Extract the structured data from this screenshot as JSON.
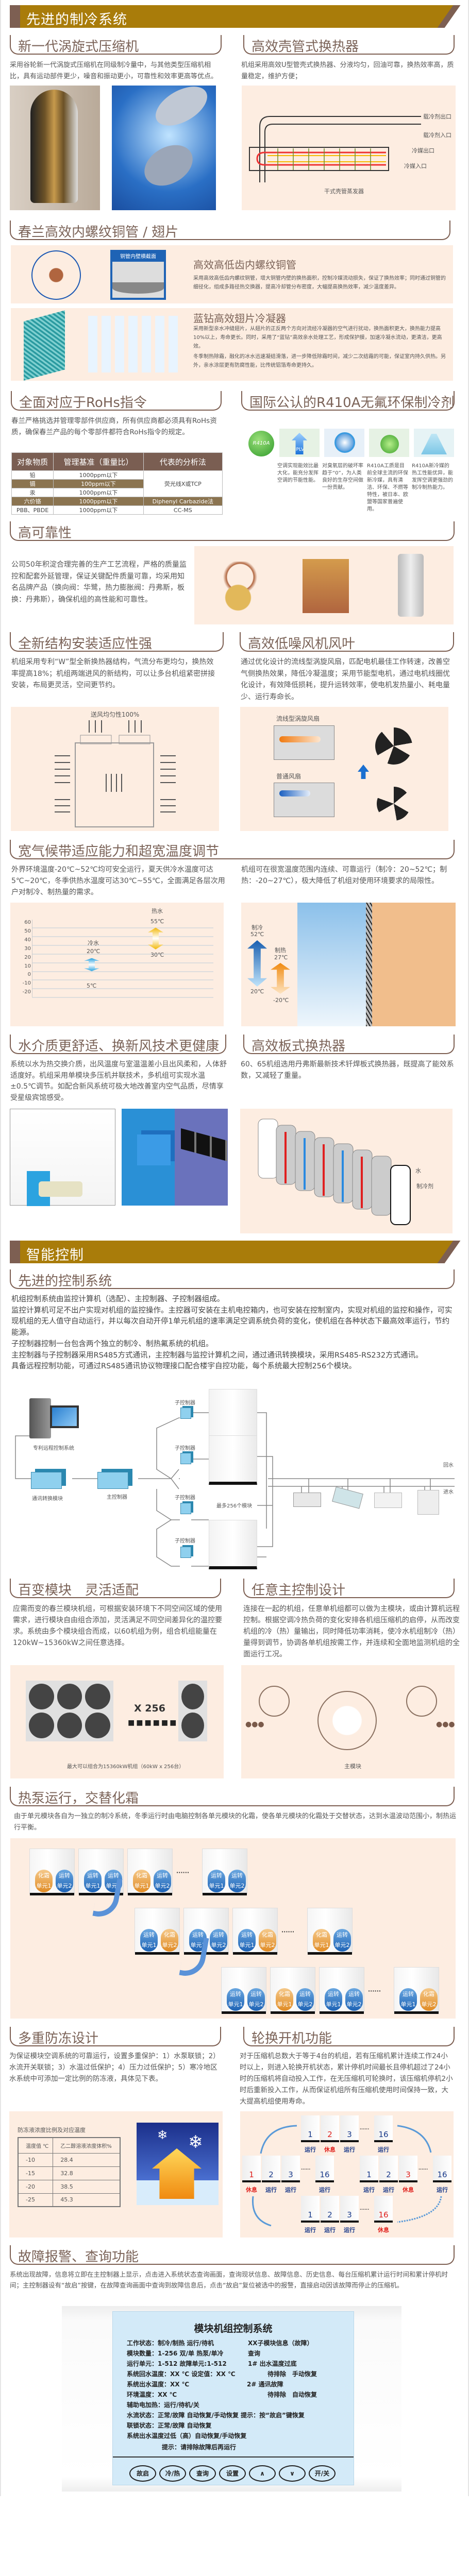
{
  "sections": {
    "cooling": "先进的制冷系统",
    "control": "智能控制"
  },
  "compressor": {
    "title": "新一代涡旋式压缩机",
    "text": "采用谷轮新一代涡旋式压缩机在同级制冷量中，与其他类型压缩机相比，具有运动部件更少，噪音和振动更小，可靠性和效率更高等优点。"
  },
  "shell_hx": {
    "title": "高效壳管式换热器",
    "text": "机组采用高效U型管壳式换热器、分液均匀，回油可靠，换热效率高，质量稳定，维护方便；",
    "coolant_out": "载冷剂出口",
    "coolant_in": "载冷剂入口",
    "refrig_out": "冷媒出口",
    "refrig_in": "冷媒入口",
    "caption": "干式壳管蒸发器"
  },
  "copper": {
    "title": "春兰高效内螺纹铜管 / 翅片",
    "cross_section": "铜管内壁横截面",
    "tube_title": "高效高低齿内螺纹铜管",
    "tube_text": "采用高效高低齿内螺纹铜管，增大铜管内壁的换热面积，控制冷媒流动损失，保证了换热效率；同时通过铜管的细径化，组成多路径热交换器，提高冷却管分布密度，大幅提高换热效率，减少温度差异。",
    "fin_title": "蓝钻高效翅片冷凝器",
    "fin_text1": "采用新型亲水冲缝翅片，从翅片的正反两个方向对流经冷凝器的空气进行扰动，换热面积更大，换热能力提高10%以上，寿命更长。同时，采用了“蓝钻”高效亲水处理工艺，形成保护膜，加速冷凝水流动，更清洁，更高效。",
    "fin_text2": "冬季制热除霜，融化的冰水迅速凝结滑落，进一步降低除霜时间，减少二次结霜的可能，保证室内持久供热。另外，亲水涂层更有防腐性能，比传统铝箔寿命更持久。"
  },
  "rohs": {
    "title": "全面对应于RoHs指令",
    "text": "春兰严格挑选并管理零部件供应商，所有供应商都必须具有RoHs资质，确保春兰产品的每个零部件都符合RoHs指令的规定。",
    "headers": [
      "对象物质",
      "管理基准（重量比）",
      "代表的分析法"
    ],
    "rows": [
      [
        "铅",
        "1000ppm以下"
      ],
      [
        "镉",
        "100ppm以下"
      ],
      [
        "汞",
        "1000ppm以下"
      ],
      [
        "六价铬",
        "1000ppm以下",
        "Diphenyl Carbazide法"
      ],
      [
        "PBB、PBDE",
        "1000ppm以下",
        "CC-MS"
      ]
    ],
    "merged_method": "荧光线X或TCP"
  },
  "r410a": {
    "title": "国际公认的R410A无氟环保制冷剂",
    "badge": "R410A",
    "iplv": "IPLV",
    "captions": [
      "空调实现能效比最大化，能充分发挥空调的节能性能。",
      "对臭氧层的破坏率趋于“0”，为人类良好的生存空间做一份贡献。",
      "R410A工质是目前全球主流的环保新冷媒，具有清洁、环保、不燃等特性，被日本、欧盟等国家普遍使用。",
      "R410A新冷媒的热工性能优异，能发挥空调更强劲的制冷制热能力。"
    ]
  },
  "reliability": {
    "title": "高可靠性",
    "text": "公司50年积淀合理完善的生产工艺流程，严格的质量监控和配套外延管理，保证关键配件质量可靠，均采用知名品牌产品（换向阀：华鹭，热力膨胀阀：丹弗斯，板换：丹弗斯），确保机组的高性能和可靠性。"
  },
  "structure": {
    "title": "全新结构安装适应性强",
    "text": "机组采用专利“W”型全新换热器结构，气流分布更均匀，换热效率提高18%；机组两端进风的新结构，可以让多台机组紧密拼接安装，布局更灵活，空间更节约。",
    "diagram_label": "送风均匀性100%"
  },
  "fan": {
    "title": "高效低噪风机风叶",
    "text": "通过优化设计的流线型涡旋风扇，匹配电机最佳工作转速，改善空气侧换热效果，降低冷凝温度；采用节能型电机，通过电机线圈优化设计，有效降低损耗，提升运转效率，使电机发热量小、耗电量少、运行寿命长。",
    "streamline": "流线型涡旋风扇",
    "normal": "普通风扇"
  },
  "climate": {
    "title": "宽气候带适应能力和超宽温度调节",
    "text_left": "外界环境温度-20℃~52℃均可安全运行，夏天供冷水温度可达5℃~20℃，冬季供热水温度可达30℃~55℃，全面满足各层次用户对制冷、制热量的需求。",
    "text_right": "机组可在很宽温度范围内连续、可靠运行（制冷：20~52℃；制热：-20~27℃），极大降低了机组对使用环境要求的局限性。",
    "cooling_label": "制冷",
    "cooling_high": "52℃",
    "cooling_low": "20℃",
    "heating_label": "制热",
    "heating_high": "27℃",
    "heating_low": "-20℃"
  },
  "chart_data": {
    "type": "bar",
    "title": "",
    "yticks": [
      60,
      50,
      40,
      30,
      20,
      10,
      0,
      -10,
      -20
    ],
    "ylim": [
      -20,
      60
    ],
    "series": [
      {
        "name": "冷水",
        "low": 5,
        "high": 20,
        "low_label": "5℃",
        "high_label": "20℃",
        "color": "#2aa3e0"
      },
      {
        "name": "热水",
        "low": 30,
        "high": 55,
        "low_label": "30℃",
        "high_label": "55℃",
        "color": "#f2b705"
      }
    ]
  },
  "water": {
    "title": "水介质更舒适、换新风技术更健康",
    "text": "系统以水为热交换介质，出风温度与室温温差小且出风柔和，人体舒适度好。机组采用单模块多压机并联技术，多机组可实现水温±0.5℃调节。如配合新风系统可极大地改善室内空气品质，尽情享受星级宾馆感受。"
  },
  "plate_hx": {
    "title": "高效板式换热器",
    "text": "60、65机组选用丹弗斯最新技术钎焊板式换热器，既提高了能效系数，又减轻了重量。",
    "water": "水",
    "refrigerant": "制冷剂"
  },
  "control_system": {
    "title": "先进的控制系统",
    "lines": [
      "机组控制系统由监控计算机（选配）、主控制器、子控制器组成。",
      "监控计算机可足不出户实现对机组的监控操作。主控器可安装在主机电控箱内，也可安装在控制室内，实现对机组的监控和操作，可实现机组的无人值守自动运行，并以每次自动开停1单元机组的速率满足空调系统负荷的变化，使机组在各种状态下最高效率运行，节约能源。",
      "子控制器控制一台包含两个独立的制冷、制热氟系统的机组。",
      "主控制器与子控制器采用RS485方式通讯，主控制器与监控计算机之间，通过通讯转换模块，采用RS485-RS232方式通讯。",
      "具备远程控制功能，可通过RS485通讯协议物理接口配合楼宇自控功能，每个系统最大控制256个模块。"
    ],
    "diagram": {
      "remote": "专利远程控制系统",
      "converter": "通讯转换模块",
      "master": "主控制器",
      "sub": "子控制器",
      "max": "最多256个模块",
      "return_water": "回水",
      "supply_water": "进水"
    }
  },
  "modules": {
    "title": "百变模块　灵活适配",
    "text": "应需而变的春兰模块机组，可根据安装环境下不同空间区域的使用需求，进行模块自由组合添加，灵活满足不同空间差异化的温控要求。系统由多个模块组合而成，以60机组为例，组合机组能量在120kW~15360kW之间任意选择。",
    "multiplier": "X 256",
    "caption": "最大可以组合为15360kW机组（60kW x 256台）"
  },
  "master": {
    "title": "任意主控制设计",
    "text": "连接在一起的机组，任意单机组都可以做为主模块，或由计算机远程控制。根据空调冷热负荷的变化安排各机组压缩机的启停，从而改变机组的冷（热）量输出，同时降低功率消耗，使冷水机组制冷（热）量得到调节，协调各单机组按需工作，并连续和全面地监测机组的全面运行工况。",
    "caption": "主模块"
  },
  "defrost": {
    "title": "热泵运行，交替化霜",
    "text": "由于单元模块各自为一独立的制冷系统，冬季运行时由电脑控制各单元模块的化霜，使各单元模块的化霜处于交替状态，达到水温波动范围小，制热运行平衡。",
    "run": "运转",
    "defrost": "化霜",
    "unit1": "单元1",
    "unit2": "单元2",
    "ellipsis": "······",
    "rows": [
      [
        [
          "d",
          "r"
        ],
        [
          "r",
          "r"
        ],
        [
          "d",
          "r"
        ],
        [
          "r",
          "r"
        ]
      ],
      [
        [
          "r",
          "d"
        ],
        [
          "r",
          "r"
        ],
        [
          "r",
          "d"
        ],
        [
          "d",
          "r"
        ]
      ],
      [
        [
          "r",
          "r"
        ],
        [
          "d",
          "r"
        ],
        [
          "r",
          "r"
        ],
        [
          "r",
          "d"
        ]
      ]
    ]
  },
  "antifreeze": {
    "title": "多重防冻设计",
    "text": "为保证模块空调系统的可靠运行，设置多重保护：1）水泵联锁；2）水流开关联锁；3）水温过低保护；4）压力过低保护；5）寒冷地区水系统中可添加一定比例的防冻液，具体见下表。",
    "table_title": "防冻液浓度比例及对应温度",
    "headers": [
      "温度值 ℃",
      "乙二醇溶液浓度体积%"
    ],
    "rows": [
      [
        "-10",
        "28.4"
      ],
      [
        "-15",
        "32.8"
      ],
      [
        "-20",
        "38.5"
      ],
      [
        "-25",
        "45.3"
      ]
    ]
  },
  "rotation": {
    "title": "轮换开机功能",
    "text": "对于压缩机总数大于等于4台的机组，若有压缩机累计连续工作24小时以上，则进入轮换开机状态，累计停机时间最长且停机超过了24小时的压缩机将自动投入工作，在无压缩机可轮换时，该压缩机停机2小时后重新投入工作，从而保证机组所有压缩机使用时间保持一致，大大提高机组使用寿命。",
    "run": "运行",
    "rest": "休息",
    "ids": [
      "1",
      "2",
      "3",
      "16"
    ],
    "groups": [
      [
        0,
        1,
        0,
        0
      ],
      [
        1,
        0,
        0,
        0
      ],
      [
        0,
        0,
        1,
        0
      ],
      [
        0,
        0,
        0,
        1
      ]
    ]
  },
  "fault": {
    "title": "故障报警、查询功能",
    "text": "系统出现故障，信息将立即在主控制器上显示，点击进入系统状态查询画面，查询现状信息、故障信息、历史信息、每台压缩机累计运行时间和累计停机时间；主控制器设有“故启”按键，在故障查询画面中查询到故障信息后，点击“故启”复位被选中的报警，直接启动因该故障而停止的压缩机。"
  },
  "controller": {
    "title": "模块机组控制系统",
    "left": [
      "工作状态：制冷/制热 运行/待机",
      "模块数量：1-256 双/单 热泵/单冷",
      "运行单元：1-512 故障单元:1-512",
      "系统回水温度：XX ℃ 设定值：XX ℃",
      "系统出水温度：XX ℃",
      "环境温度：XX ℃",
      "辅助电加热：运行/待机/关",
      "水流状态：正常/故障 自动恢复/手动恢复 提示：按“故启”键恢复",
      "联锁状态：正常/故障 自动恢复",
      "系统出水温度过低（高）自动恢复/手动恢复"
    ],
    "right": [
      "XX子模块信息（故障）",
      "查询",
      "1# 出水温度过底",
      "待排除　手动恢复",
      "2# 通讯故障",
      "待排除　自动恢复"
    ],
    "hint": "提示：请排除故障后再运行",
    "buttons": [
      "故启",
      "冷/热",
      "查询",
      "设置",
      "∧",
      "∨",
      "开/关"
    ]
  },
  "colors": {
    "bar": "#a97c0a",
    "brown": "#7d5f52",
    "pink": "#fdede1",
    "panel": "#d3eaf8"
  }
}
